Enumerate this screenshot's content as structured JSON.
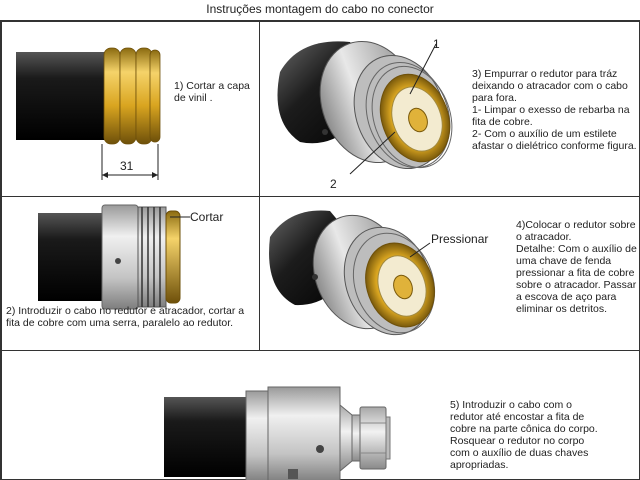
{
  "title": "Instruções montagem do cabo no conector",
  "step1": {
    "text": "1) Cortar a capa de vinil .",
    "dimension": "31"
  },
  "step2": {
    "label": "Cortar",
    "text": "2) Introduzir o cabo no redutor e atracador, cortar a fita de cobre com uma serra, paralelo ao redutor."
  },
  "step3": {
    "marker1": "1",
    "marker2": "2",
    "lines": [
      "3) Empurrar o redutor para tráz deixando o atracador com o cabo para fora.",
      "1- Limpar o exesso de rebarba na fita de cobre.",
      "2- Com o auxílio de um estilete afastar o dielétrico conforme figura."
    ]
  },
  "step4": {
    "label": "Pressionar",
    "lines": [
      "4)Colocar o redutor sobre o atracador.",
      "Detalhe: Com o auxílio de uma chave de fenda pressionar a fita de cobre sobre o atracador. Passar a escova de aço para eliminar os detritos."
    ]
  },
  "step5": {
    "text": "5) Introduzir o cabo com o redutor até encostar a fita de cobre na parte cônica do corpo. Rosquear o redutor no corpo com o auxílio de duas chaves apropriadas."
  },
  "colors": {
    "vinyl": "#151515",
    "copper": "#d9a520",
    "metal": "#c8c8c8",
    "border": "#333333"
  }
}
